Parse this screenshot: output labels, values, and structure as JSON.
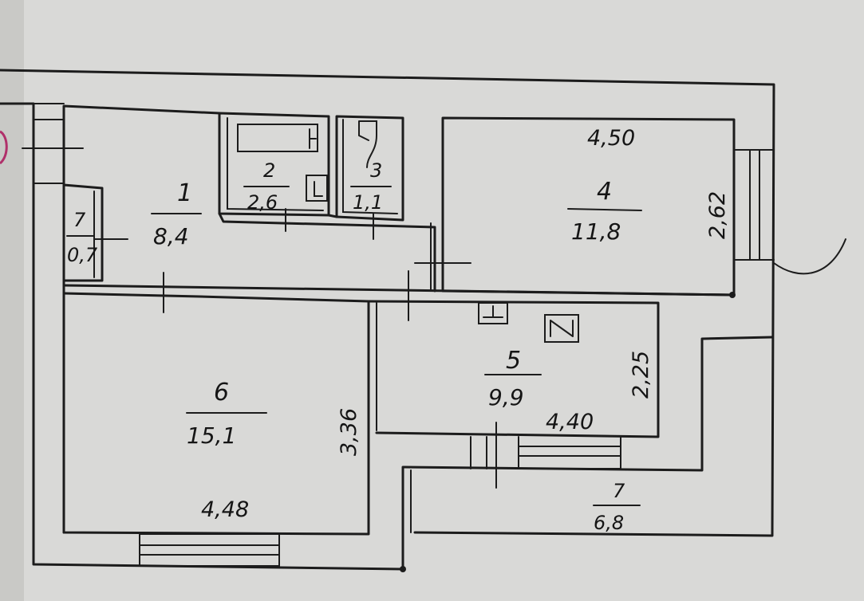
{
  "rooms": [
    {
      "number": "1",
      "area": "8,4"
    },
    {
      "number": "2",
      "area": "2,6"
    },
    {
      "number": "3",
      "area": "1,1"
    },
    {
      "number": "4",
      "area": "11,8"
    },
    {
      "number": "5",
      "area": "9,9"
    },
    {
      "number": "6",
      "area": "15,1"
    },
    {
      "number": "7",
      "area": "0,7"
    },
    {
      "number": "7",
      "area": "6,8"
    }
  ],
  "dimensions": {
    "room4_width": "4,50",
    "room4_depth": "2,62",
    "room5_width": "4,40",
    "room5_depth": "2,25",
    "room6_width": "4,48",
    "room6_depth": "3,36"
  },
  "colors": {
    "paper": "#d9d9d7",
    "ink": "#1c1c1c",
    "stamp": "#b0306a"
  }
}
